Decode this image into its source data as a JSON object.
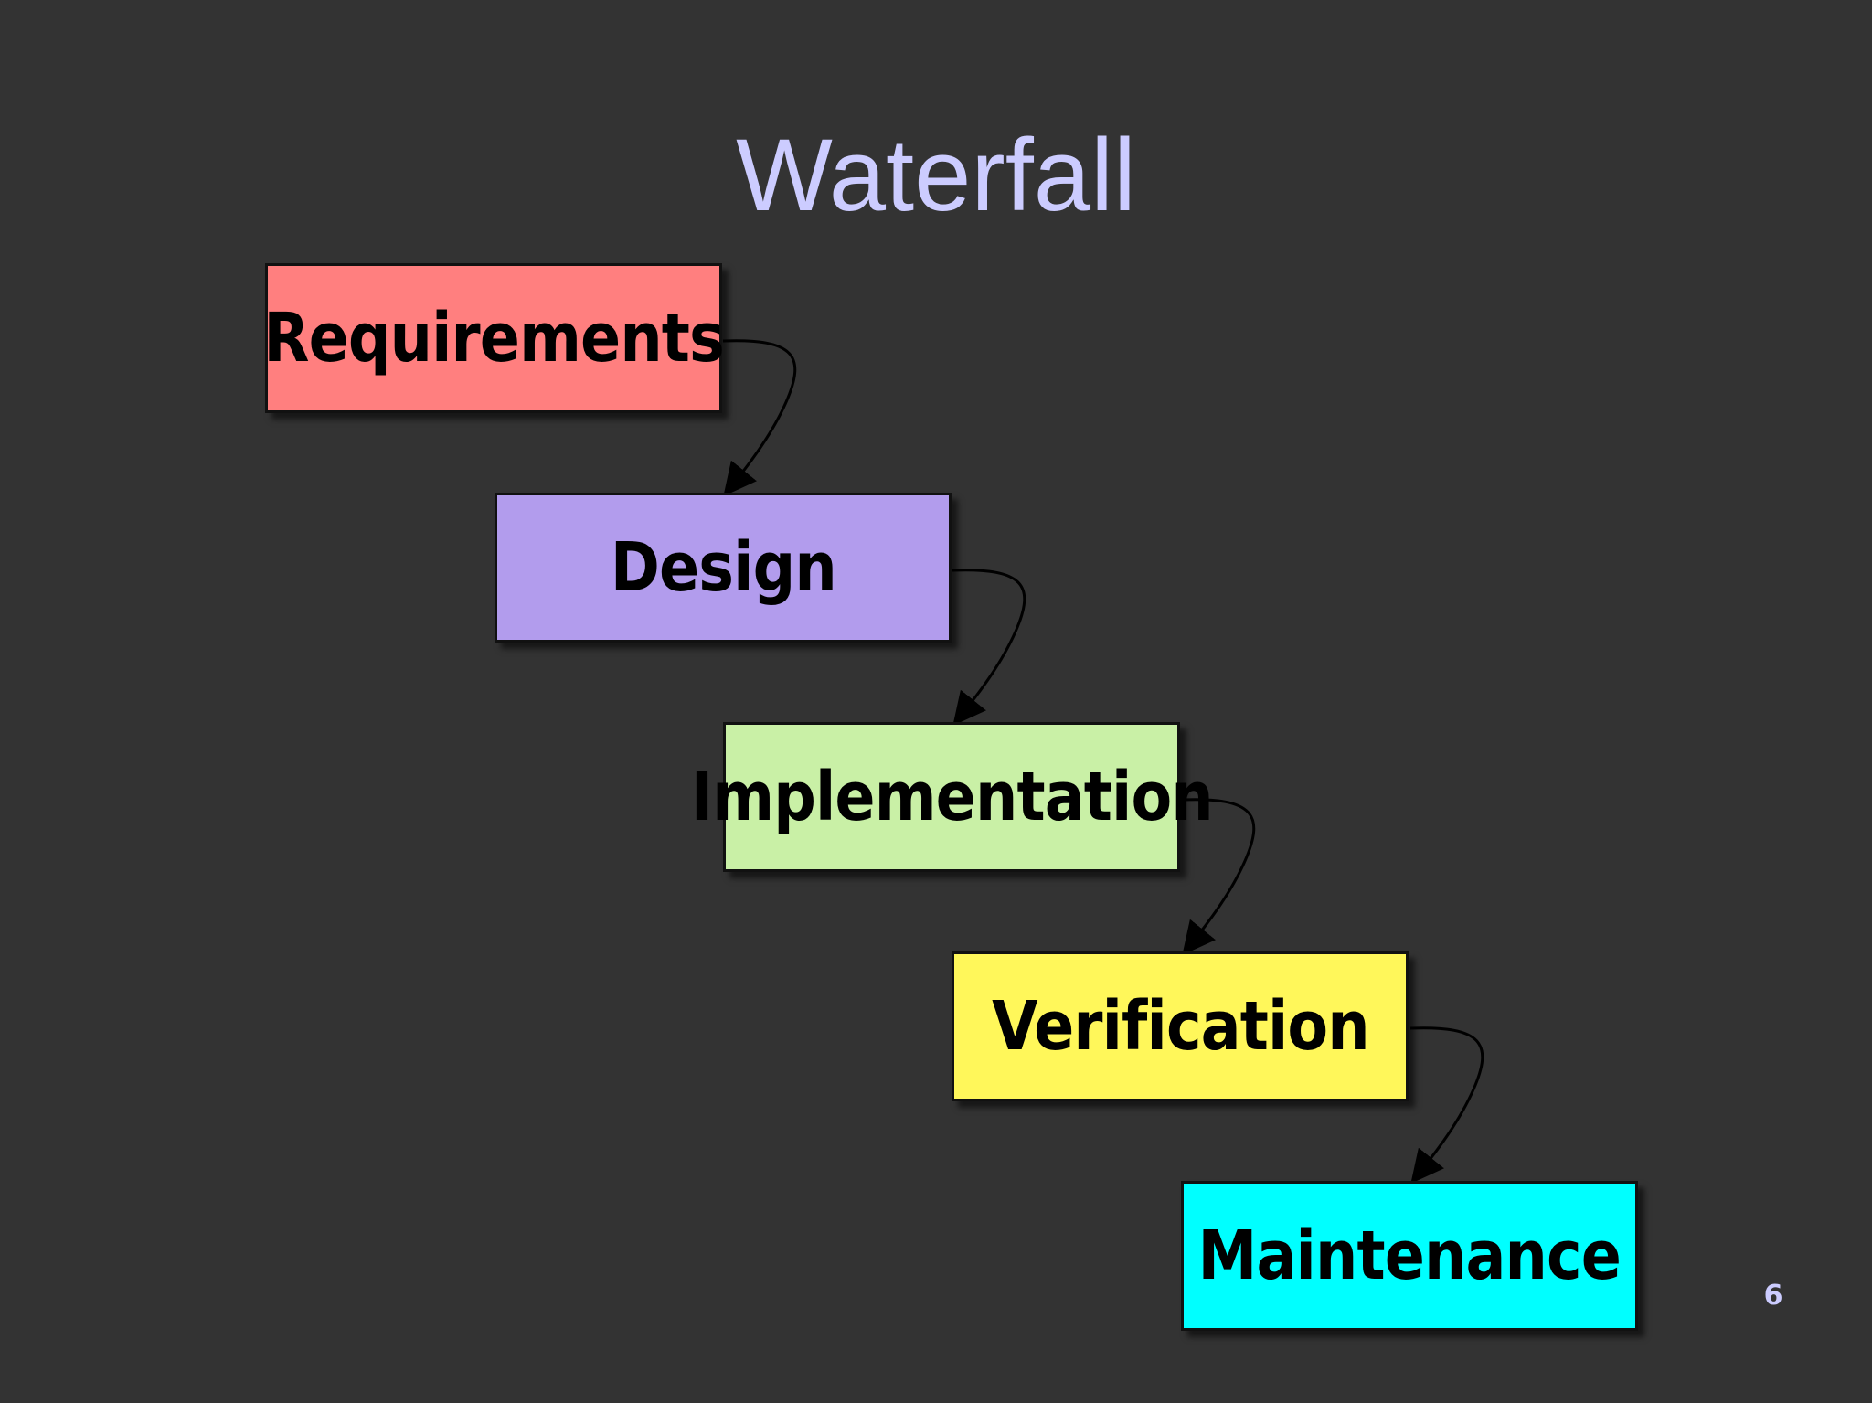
{
  "slide": {
    "title": "Waterfall",
    "page_number": "6"
  },
  "stages": [
    {
      "label": "Requirements",
      "color": "#ff7f7f"
    },
    {
      "label": "Design",
      "color": "#b29ced"
    },
    {
      "label": "Implementation",
      "color": "#c9f0a6"
    },
    {
      "label": "Verification",
      "color": "#fff75a"
    },
    {
      "label": "Maintenance",
      "color": "#00ffff"
    }
  ],
  "connectors": [
    {
      "from": "Requirements",
      "to": "Design"
    },
    {
      "from": "Design",
      "to": "Implementation"
    },
    {
      "from": "Implementation",
      "to": "Verification"
    },
    {
      "from": "Verification",
      "to": "Maintenance"
    }
  ]
}
